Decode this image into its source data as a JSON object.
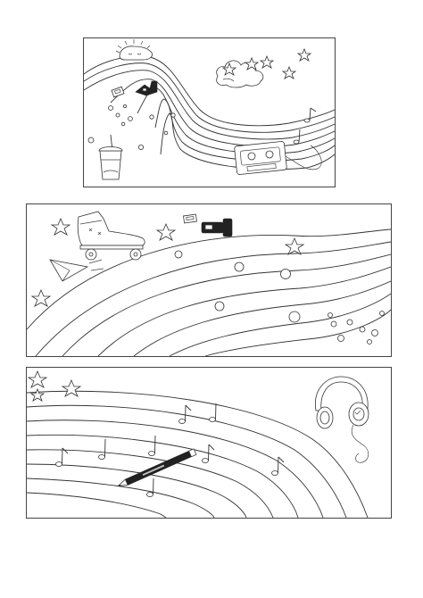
{
  "page": {
    "background": "#ffffff",
    "line_color": "#333333"
  },
  "panels": [
    {
      "id": "panel-1",
      "objects": [
        "sun-icon",
        "cloud-icon",
        "star-icon",
        "glue-bottle-icon",
        "pencil-sharpener-icon",
        "bubble-tea-cup-icon",
        "cassette-tape-icon",
        "music-note-icon",
        "rainbow-stripes"
      ]
    },
    {
      "id": "panel-2",
      "objects": [
        "roller-skate-icon",
        "paper-airplane-icon",
        "star-icon",
        "pencil-sharpener-icon",
        "glue-bottle-icon",
        "bubbles",
        "rainbow-stripes"
      ]
    },
    {
      "id": "panel-3",
      "objects": [
        "headphones-icon",
        "pencil-icon",
        "star-icon",
        "music-note-icon",
        "rainbow-stripes"
      ]
    }
  ]
}
